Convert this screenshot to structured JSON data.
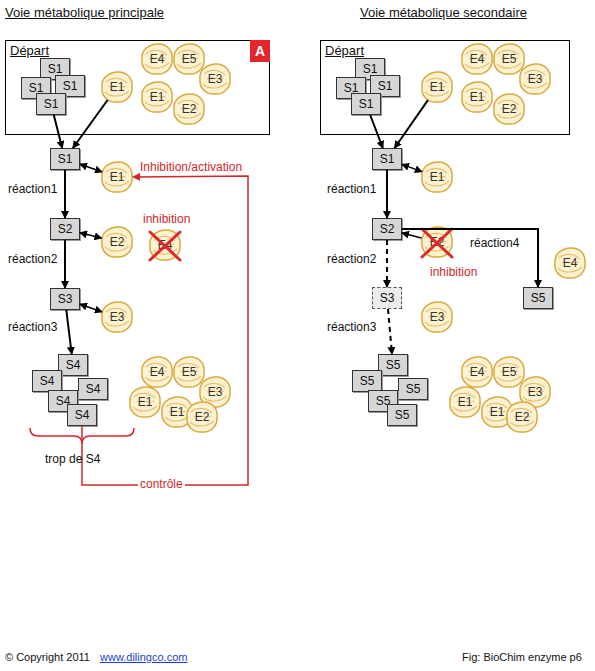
{
  "diagram": {
    "caption": "Fig: BioChim enzyme p6",
    "nodes": [
      {
        "text": [
          "Départ"
        ]
      },
      {
        "text": [
          "A"
        ],
        "in": 0
      },
      {
        "text": [
          "S1"
        ],
        "in": 0
      },
      {
        "text": [
          "S1"
        ],
        "in": 0
      },
      {
        "text": [
          "S1"
        ],
        "in": 0
      },
      {
        "text": [
          "S1"
        ],
        "in": 0
      },
      {
        "text": [
          "E4"
        ],
        "in": 0
      },
      {
        "text": [
          "E5"
        ],
        "in": 0
      },
      {
        "text": [
          "E1"
        ],
        "in": 0
      },
      {
        "text": [
          "E3"
        ],
        "in": 0
      },
      {
        "text": [
          "E1"
        ],
        "in": 0
      },
      {
        "text": [
          "E2"
        ],
        "in": 0
      },
      {
        "text": [
          "S1"
        ]
      },
      {
        "text": [
          "E1"
        ]
      },
      {
        "text": [
          "S2"
        ]
      },
      {
        "text": [
          "E2"
        ]
      },
      {
        "text": [
          "E4"
        ]
      },
      {
        "text": [
          "S3"
        ]
      },
      {
        "text": [
          "E3"
        ]
      },
      {
        "text": [
          "S4"
        ]
      },
      {
        "text": [
          "S4"
        ]
      },
      {
        "text": [
          "S4"
        ]
      },
      {
        "text": [
          "S4"
        ]
      },
      {
        "text": [
          "S4"
        ]
      },
      {
        "text": [
          "E4"
        ]
      },
      {
        "text": [
          "E5"
        ]
      },
      {
        "text": [
          "E3"
        ]
      },
      {
        "text": [
          "E1"
        ]
      },
      {
        "text": [
          "E1"
        ]
      },
      {
        "text": [
          "E2"
        ]
      },
      {
        "text": [
          "Départ"
        ]
      },
      {
        "text": [
          "S1"
        ],
        "in": 30
      },
      {
        "text": [
          "S1"
        ],
        "in": 30
      },
      {
        "text": [
          "S1"
        ],
        "in": 30
      },
      {
        "text": [
          "S1"
        ],
        "in": 30
      },
      {
        "text": [
          "E4"
        ],
        "in": 30
      },
      {
        "text": [
          "E5"
        ],
        "in": 30
      },
      {
        "text": [
          "E1"
        ],
        "in": 30
      },
      {
        "text": [
          "E3"
        ],
        "in": 30
      },
      {
        "text": [
          "E1"
        ],
        "in": 30
      },
      {
        "text": [
          "E2"
        ],
        "in": 30
      },
      {
        "text": [
          "S1"
        ]
      },
      {
        "text": [
          "E1"
        ]
      },
      {
        "text": [
          "S2"
        ]
      },
      {
        "text": [
          "E2"
        ]
      },
      {
        "text": [
          "S3"
        ]
      },
      {
        "text": [
          "E3"
        ]
      },
      {
        "text": [
          "S5"
        ]
      },
      {
        "text": [
          "E4"
        ]
      },
      {
        "text": [
          "S5"
        ]
      },
      {
        "text": [
          "S5"
        ]
      },
      {
        "text": [
          "S5"
        ]
      },
      {
        "text": [
          "S5"
        ]
      },
      {
        "text": [
          "S5"
        ]
      },
      {
        "text": [
          "E4"
        ]
      },
      {
        "text": [
          "E5"
        ]
      },
      {
        "text": [
          "E3"
        ]
      },
      {
        "text": [
          "E1"
        ]
      },
      {
        "text": [
          "E1"
        ]
      },
      {
        "text": [
          "E2"
        ]
      }
    ],
    "edges": [
      {
        "from": 5,
        "to": 12,
        "arrow": "to"
      },
      {
        "from": 8,
        "to": 12,
        "arrow": "to"
      },
      {
        "from": 12,
        "to": 13,
        "arrow": "both"
      },
      {
        "from": 12,
        "to": 14,
        "label": "réaction1",
        "arrow": "to"
      },
      {
        "from": 14,
        "to": 15,
        "arrow": "both"
      },
      {
        "from": 14,
        "to": 17,
        "label": "réaction2",
        "arrow": "to"
      },
      {
        "from": 17,
        "to": 18,
        "arrow": "both"
      },
      {
        "from": 17,
        "to": 19,
        "label": "réaction3",
        "arrow": "to"
      },
      {
        "from": 23,
        "to": 13,
        "label": "contrôle",
        "arrow": "to"
      },
      {
        "from": 34,
        "to": 41,
        "arrow": "to"
      },
      {
        "from": 37,
        "to": 41,
        "arrow": "to"
      },
      {
        "from": 41,
        "to": 42,
        "arrow": "both"
      },
      {
        "from": 41,
        "to": 43,
        "label": "réaction1",
        "arrow": "to"
      },
      {
        "from": 44,
        "to": 43,
        "arrow": "to"
      },
      {
        "from": 43,
        "to": 45,
        "label": "réaction2",
        "arrow": "to"
      },
      {
        "from": 45,
        "to": 49,
        "label": "réaction3",
        "arrow": "to"
      },
      {
        "from": 43,
        "to": 47,
        "label": "réaction4",
        "arrow": "to"
      }
    ],
    "labels": [
      "Voie métabolique principale",
      "Voie métabolique secondaire",
      "Inhibition/activation",
      "inhibition",
      "trop de S4",
      "inhibition",
      "© Copyright 2011",
      "www.dilingco.com"
    ]
  }
}
